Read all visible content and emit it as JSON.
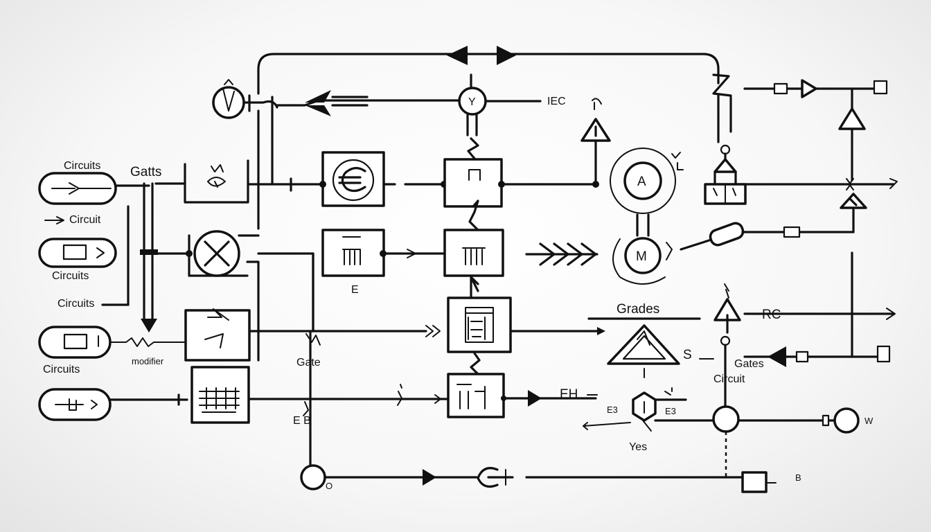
{
  "labels": {
    "gatts": "Gatts",
    "circuits_top": "Circuits",
    "circuit_left": "Circuit",
    "circuits_mid": "Circuits",
    "circuits_arrow": "Circuits",
    "circuits_bottom": "Circuits",
    "modifier": "modifier",
    "gate": "Gate",
    "e": "E",
    "iec": "IEC",
    "eb": "E B",
    "grades": "Grades",
    "s": "S",
    "yes": "Yes",
    "rc": "RC",
    "gates_right": "Gates",
    "eh": "EH",
    "e3": "E3",
    "w": "W",
    "b": "B",
    "o": "O"
  },
  "symbols": {
    "dial": "Y",
    "bridge_top": "A",
    "bridge_bottom": "M"
  },
  "colors": {
    "ink": "#111111",
    "paper": "#ffffff"
  }
}
